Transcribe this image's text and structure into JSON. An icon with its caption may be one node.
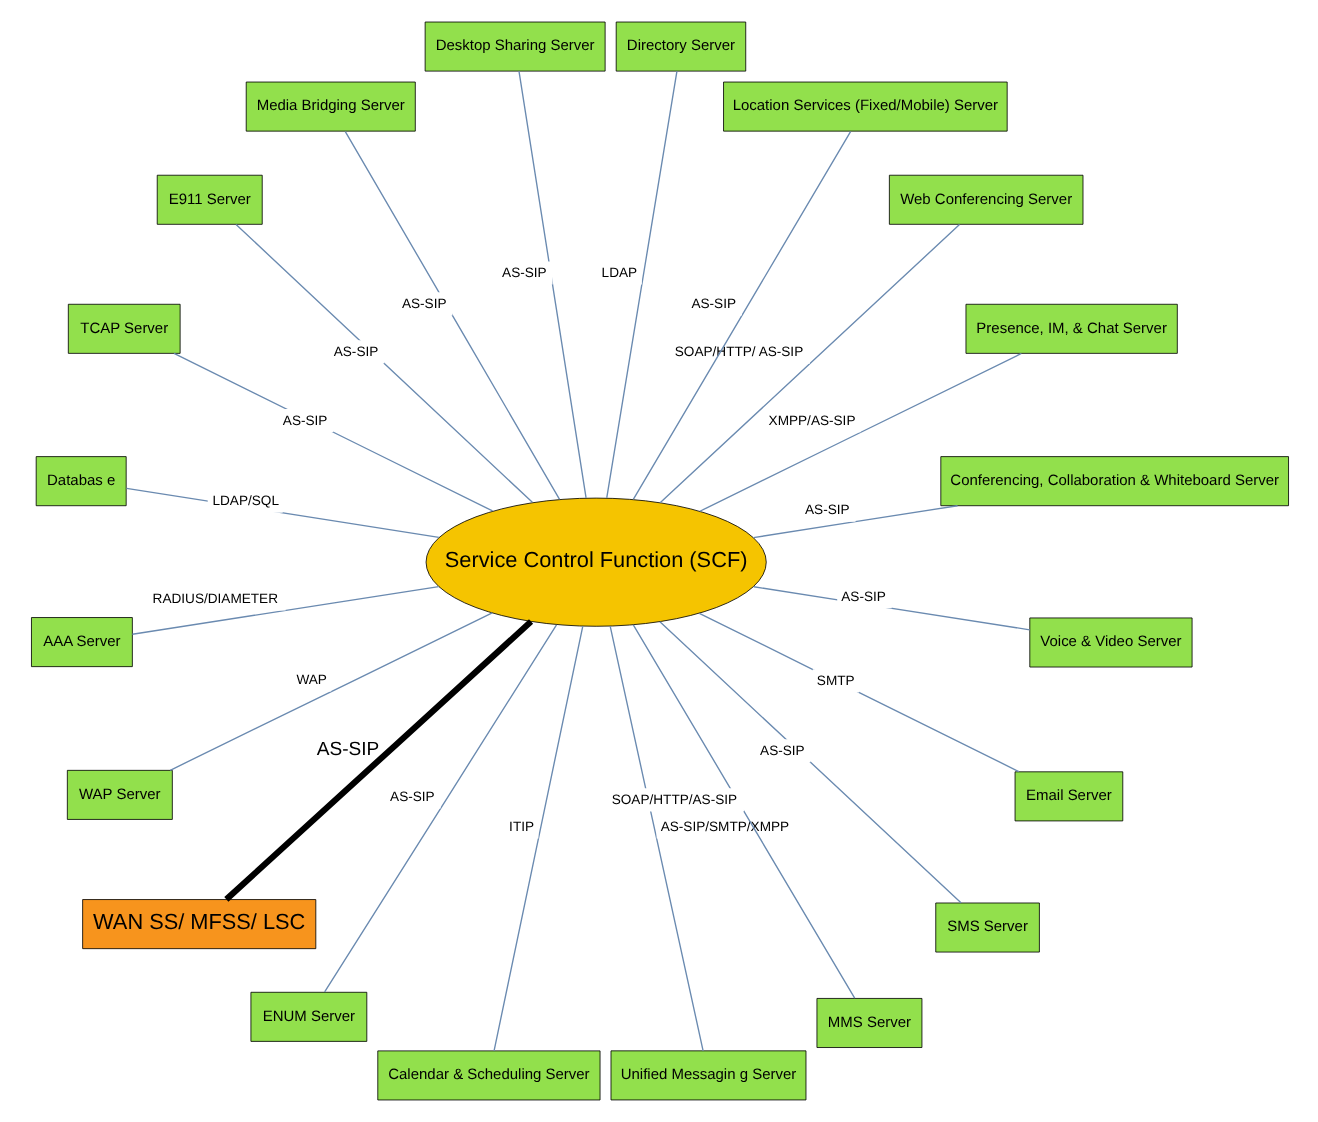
{
  "diagram": {
    "nodes": [
      {
        "text": [
          "Service Control Function (SCF)"
        ]
      },
      {
        "text": [
          "Conferencing, Collaboration & Whiteboard Server"
        ]
      },
      {
        "text": [
          "Presence, IM, & Chat Server"
        ]
      },
      {
        "text": [
          "Web Conferencing Server"
        ]
      },
      {
        "text": [
          "Location Services (Fixed/Mobile) Server"
        ]
      },
      {
        "text": [
          "Directory Server"
        ]
      },
      {
        "text": [
          "Desktop Sharing Server"
        ]
      },
      {
        "text": [
          "Media Bridging Server"
        ]
      },
      {
        "text": [
          "E911 Server"
        ]
      },
      {
        "text": [
          "TCAP Server"
        ]
      },
      {
        "text": [
          "Databas e"
        ]
      },
      {
        "text": [
          "AAA Server"
        ]
      },
      {
        "text": [
          "WAP Server"
        ]
      },
      {
        "text": [
          "WAN SS/ MFSS/ LSC"
        ]
      },
      {
        "text": [
          "ENUM Server"
        ]
      },
      {
        "text": [
          "Calendar & Scheduling Server"
        ]
      },
      {
        "text": [
          "Unified Messagin g Server"
        ]
      },
      {
        "text": [
          "MMS Server"
        ]
      },
      {
        "text": [
          "SMS Server"
        ]
      },
      {
        "text": [
          "Email Server"
        ]
      },
      {
        "text": [
          "Voice & Video Server"
        ]
      }
    ],
    "edges": [
      {
        "from": 0,
        "to": 1,
        "arrow": "none",
        "label": "AS-SIP"
      },
      {
        "from": 0,
        "to": 2,
        "arrow": "none",
        "label": "XMPP/AS-SIP"
      },
      {
        "from": 0,
        "to": 3,
        "arrow": "none",
        "label": "SOAP/HTTP/ AS-SIP"
      },
      {
        "from": 0,
        "to": 4,
        "arrow": "none",
        "label": "AS-SIP"
      },
      {
        "from": 0,
        "to": 5,
        "arrow": "none",
        "label": "LDAP"
      },
      {
        "from": 0,
        "to": 6,
        "arrow": "none",
        "label": "AS-SIP"
      },
      {
        "from": 0,
        "to": 7,
        "arrow": "none",
        "label": "AS-SIP"
      },
      {
        "from": 0,
        "to": 8,
        "arrow": "none",
        "label": "AS-SIP"
      },
      {
        "from": 0,
        "to": 9,
        "arrow": "none",
        "label": "AS-SIP"
      },
      {
        "from": 0,
        "to": 10,
        "arrow": "none",
        "label": "LDAP/SQL"
      },
      {
        "from": 0,
        "to": 11,
        "arrow": "none",
        "label": "RADIUS/DIAMETER"
      },
      {
        "from": 0,
        "to": 12,
        "arrow": "none",
        "label": "WAP"
      },
      {
        "from": 0,
        "to": 13,
        "arrow": "none",
        "label": "AS-SIP",
        "style": "thick",
        "color": "#000000"
      },
      {
        "from": 0,
        "to": 14,
        "arrow": "none",
        "label": "AS-SIP"
      },
      {
        "from": 0,
        "to": 15,
        "arrow": "none",
        "label": "ITIP"
      },
      {
        "from": 0,
        "to": 16,
        "arrow": "none",
        "label": "AS-SIP/SMTP/XMPP"
      },
      {
        "from": 0,
        "to": 17,
        "arrow": "none",
        "label": "SOAP/HTTP/AS-SIP"
      },
      {
        "from": 0,
        "to": 18,
        "arrow": "none",
        "label": "AS-SIP"
      },
      {
        "from": 0,
        "to": 19,
        "arrow": "none",
        "label": "SMTP"
      },
      {
        "from": 0,
        "to": 20,
        "arrow": "none",
        "label": "AS-SIP"
      }
    ]
  }
}
